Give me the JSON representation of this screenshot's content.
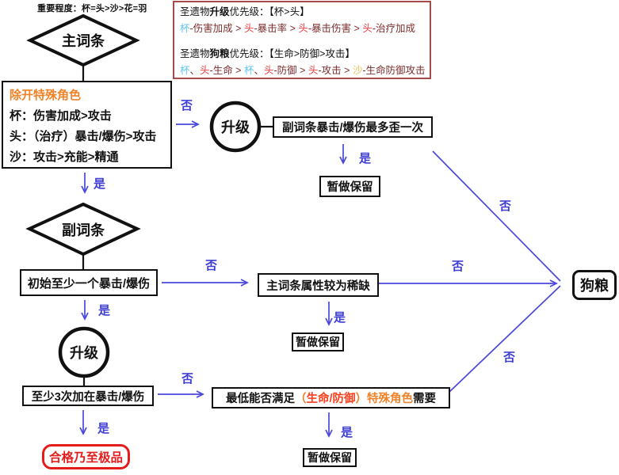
{
  "note": "重要程度：杯=头>沙>花=羽",
  "labels": {
    "yes": "是",
    "no": "否"
  },
  "colors": {
    "cup": "#5fc6ef",
    "head": "#ee4040",
    "sand": "#e9c356",
    "maroon": "#7d2e2e",
    "orange": "#f08228",
    "red_orange": "#fb3f1d",
    "blue_line": "#4848dc",
    "blue_label": "#3e3ed4",
    "legend_border": "#a74a4a",
    "qualified_red": "#e51c1c"
  },
  "legend": {
    "upgrade_title": [
      {
        "t": "圣遗物"
      },
      {
        "t": "升级",
        "b": true
      },
      {
        "t": "优先级：【杯>头】"
      }
    ],
    "upgrade_row": [
      {
        "t": "杯",
        "c": "cup"
      },
      {
        "t": "-伤害加成 > ",
        "c": "maroon"
      },
      {
        "t": "头",
        "c": "head"
      },
      {
        "t": "-暴击率 > ",
        "c": "maroon"
      },
      {
        "t": "头",
        "c": "head"
      },
      {
        "t": "-暴击伤害 > ",
        "c": "maroon"
      },
      {
        "t": "头",
        "c": "head"
      },
      {
        "t": "-治疗加成",
        "c": "maroon"
      }
    ],
    "fodder_title": [
      {
        "t": "圣遗物"
      },
      {
        "t": "狗粮",
        "b": true
      },
      {
        "t": "优先级：【生命>防御>攻击】"
      }
    ],
    "fodder_row": [
      {
        "t": "杯",
        "c": "cup"
      },
      {
        "t": "、",
        "c": "maroon"
      },
      {
        "t": "头",
        "c": "head"
      },
      {
        "t": "-生命 > ",
        "c": "maroon"
      },
      {
        "t": "杯",
        "c": "cup"
      },
      {
        "t": "、",
        "c": "maroon"
      },
      {
        "t": "头",
        "c": "head"
      },
      {
        "t": "-防御 > ",
        "c": "maroon"
      },
      {
        "t": "头",
        "c": "head"
      },
      {
        "t": "-攻击 > ",
        "c": "maroon"
      },
      {
        "t": "沙",
        "c": "sand"
      },
      {
        "t": "-生命防御攻击",
        "c": "maroon"
      }
    ]
  },
  "nodes": {
    "main_stat": "主词条",
    "sub_stat": "副词条",
    "upgrade": "升级",
    "criteria": {
      "title": "除开特殊角色",
      "lines": [
        "杯：伤害加成>攻击",
        "头：（治疗）暴击/爆伤>攻击",
        "沙：攻击>充能>精通"
      ]
    },
    "secondary_once": "副词条暴击/爆伤最多歪一次",
    "keep": "暂做保留",
    "initial_crit": "初始至少一个暴击/爆伤",
    "main_rare": "主词条属性较为稀缺",
    "three_times": "至少3次加在暴击/爆伤",
    "minimum": [
      {
        "t": "最低能否满足"
      },
      {
        "t": "（",
        "c": "orange"
      },
      {
        "t": "生命/防御",
        "c": "red_orange"
      },
      {
        "t": "）",
        "c": "orange"
      },
      {
        "t": "特殊角色",
        "c": "orange"
      },
      {
        "t": "需要"
      }
    ],
    "qualified": "合格乃至极品",
    "dog_food": "狗粮"
  }
}
